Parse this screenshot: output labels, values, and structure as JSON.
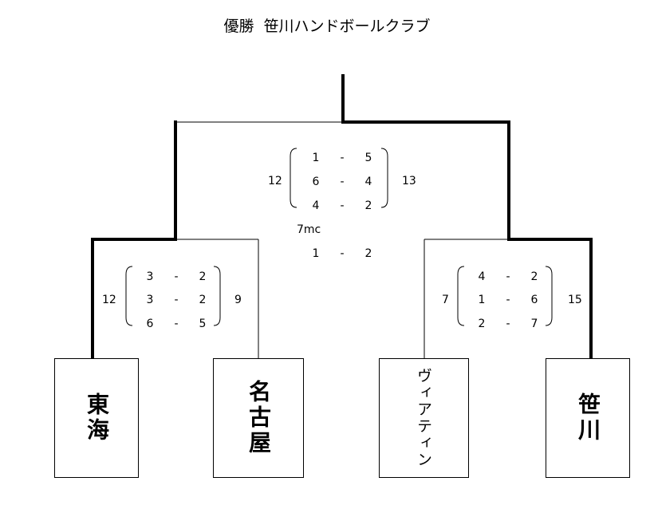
{
  "title": {
    "prefix": "優勝",
    "champion": "笹川ハンドボールクラブ"
  },
  "teams": [
    {
      "name": "東海"
    },
    {
      "name": "名古屋"
    },
    {
      "name": "ヴィアティン"
    },
    {
      "name": "笹川"
    }
  ],
  "matches": {
    "left_semi": {
      "left_total": "12",
      "right_total": "9",
      "periods": [
        [
          "3",
          "-",
          "2"
        ],
        [
          "3",
          "-",
          "2"
        ],
        [
          "6",
          "-",
          "5"
        ]
      ]
    },
    "right_semi": {
      "left_total": "7",
      "right_total": "15",
      "periods": [
        [
          "4",
          "-",
          "2"
        ],
        [
          "1",
          "-",
          "6"
        ],
        [
          "2",
          "-",
          "7"
        ]
      ]
    },
    "final": {
      "left_total": "12",
      "right_total": "13",
      "periods": [
        [
          "1",
          "-",
          "5"
        ],
        [
          "6",
          "-",
          "4"
        ],
        [
          "4",
          "-",
          "2"
        ]
      ],
      "extra_label": "7mc",
      "extra": [
        "1",
        "-",
        "2"
      ]
    }
  },
  "colors": {
    "line": "#000000",
    "background": "#ffffff"
  }
}
